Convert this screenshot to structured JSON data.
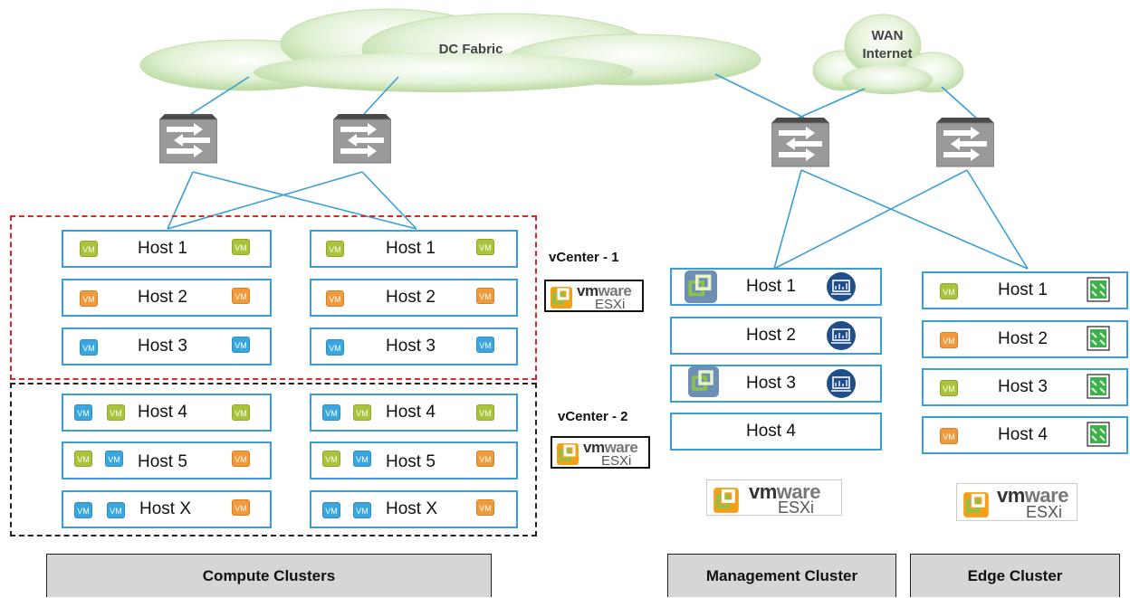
{
  "clouds": {
    "dc_fabric": "DC Fabric",
    "wan_line1": "WAN",
    "wan_line2": "Internet"
  },
  "vcenters": [
    "vCenter - 1",
    "vCenter - 2"
  ],
  "esxi_logo": {
    "brand_bold": "vm",
    "brand_light": "ware",
    "product": "ESXi"
  },
  "vm_label": "VM",
  "compute": {
    "left": [
      "Host 1",
      "Host 2",
      "Host 3",
      "Host 4",
      "Host 5",
      "Host X"
    ],
    "right": [
      "Host 1",
      "Host 2",
      "Host 3",
      "Host 4",
      "Host 5",
      "Host X"
    ]
  },
  "management": [
    "Host 1",
    "Host 2",
    "Host 3",
    "Host 4"
  ],
  "edge": [
    "Host 1",
    "Host 2",
    "Host 3",
    "Host 4"
  ],
  "footers": {
    "compute": "Compute Clusters",
    "management": "Management Cluster",
    "edge": "Edge Cluster"
  },
  "colors": {
    "link": "#3a9fd6",
    "vm_green": "#a9c43a",
    "vm_orange": "#f29a3a",
    "vm_blue": "#3aa6e0",
    "zone_vcenter1": "#e0262a",
    "zone_vcenter2": "#222222"
  }
}
